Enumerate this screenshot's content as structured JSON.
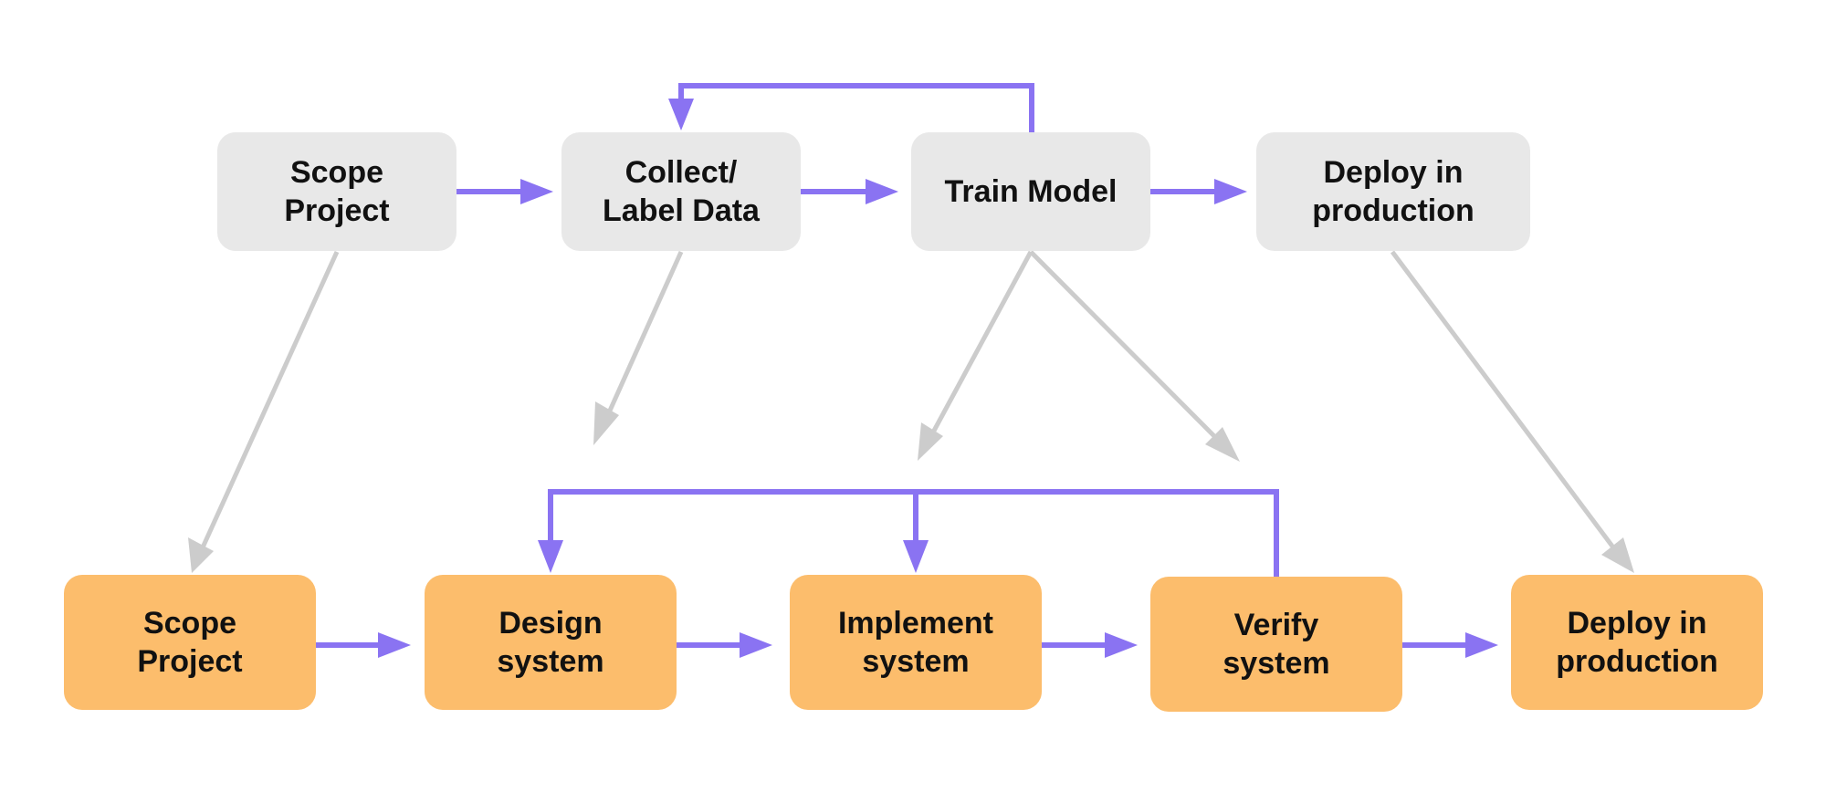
{
  "colors": {
    "ml_box": "#e8e8e8",
    "software_box": "#fcbd6c",
    "flow_arrow": "#8a73f2",
    "mapping_arrow": "#cccccc"
  },
  "ml_lifecycle": {
    "scope": "Scope\nProject",
    "collect": "Collect/\nLabel Data",
    "train": "Train Model",
    "deploy": "Deploy in\nproduction"
  },
  "software_lifecycle": {
    "scope": "Scope\nProject",
    "design": "Design\nsystem",
    "implement": "Implement\nsystem",
    "verify": "Verify\nsystem",
    "deploy": "Deploy in\nproduction"
  }
}
